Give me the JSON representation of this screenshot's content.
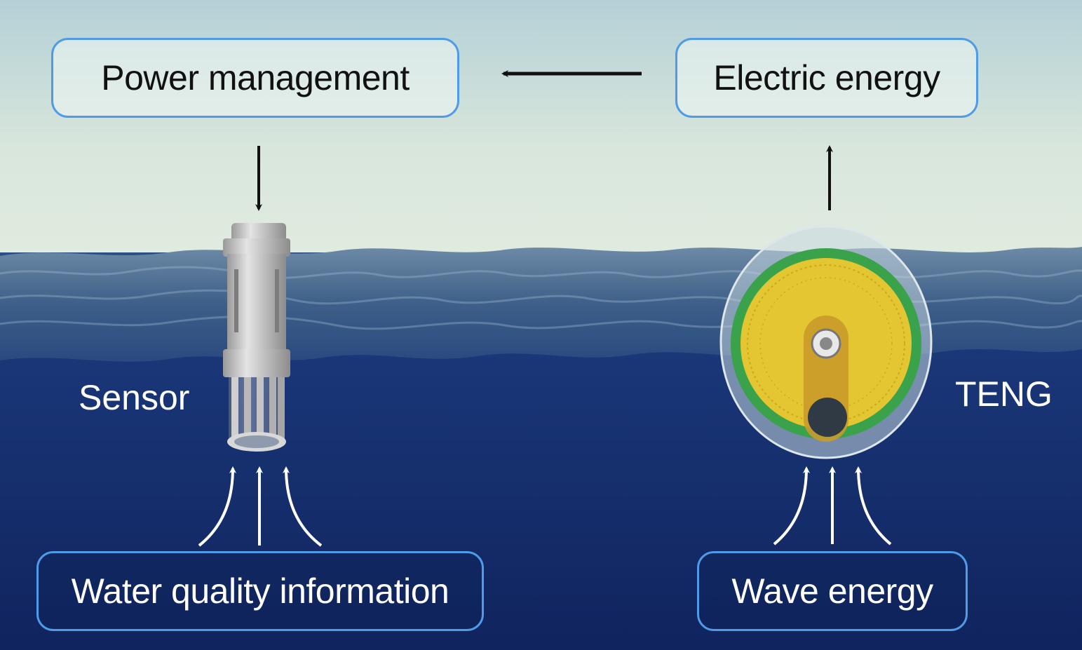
{
  "boxes": {
    "power_management": "Power management",
    "electric_energy": "Electric energy",
    "water_quality": "Water quality information",
    "wave_energy": "Wave energy"
  },
  "labels": {
    "sensor": "Sensor",
    "teng": "TENG"
  },
  "colors": {
    "box_border": "#4f9be8",
    "sky_top": "#b4d0d6",
    "sky_bottom": "#e2ece0",
    "sea_deep": "#12286a",
    "arrow_dark": "#111111",
    "arrow_light": "#ffffff",
    "teng_disk": "#e3c632",
    "teng_ring": "#3aa24a"
  },
  "icons": [
    "sensor-probe-icon",
    "teng-disk-icon"
  ]
}
